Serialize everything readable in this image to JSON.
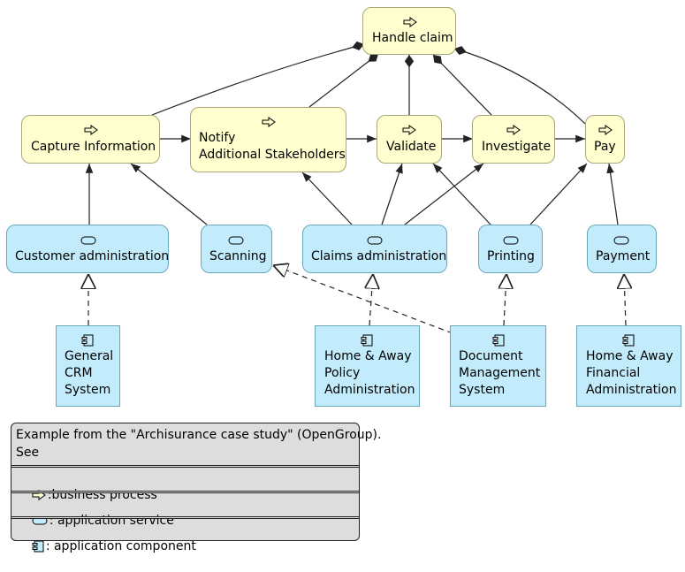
{
  "nodes": {
    "handle_claim": "Handle claim",
    "capture": "Capture Information",
    "notify": "Notify\nAdditional Stakeholders",
    "validate": "Validate",
    "investigate": "Investigate",
    "pay": "Pay",
    "customer_admin": "Customer administration",
    "scanning": "Scanning",
    "claims_admin": "Claims administration",
    "printing": "Printing",
    "payment": "Payment",
    "general_crm": "General\nCRM\nSystem",
    "home_away_policy": "Home & Away\nPolicy\nAdministration",
    "doc_mgmt": "Document\nManagement\nSystem",
    "home_away_fin": "Home & Away\nFinancial\nAdministration"
  },
  "legend": {
    "intro_line1": "Example from the \"Archisurance case study\" (OpenGroup).",
    "intro_line2": "See",
    "business_process": ":business process",
    "application_service": ": application service",
    "application_component": ": application component"
  },
  "icons": {
    "business_process": "arrow-right-icon",
    "application_service": "service-pill-icon",
    "application_component": "component-icon"
  },
  "colors": {
    "process_fill": "#fefece",
    "service_fill": "#c2ecfb",
    "component_fill": "#c2ecfb",
    "legend_fill": "#dddddd"
  }
}
